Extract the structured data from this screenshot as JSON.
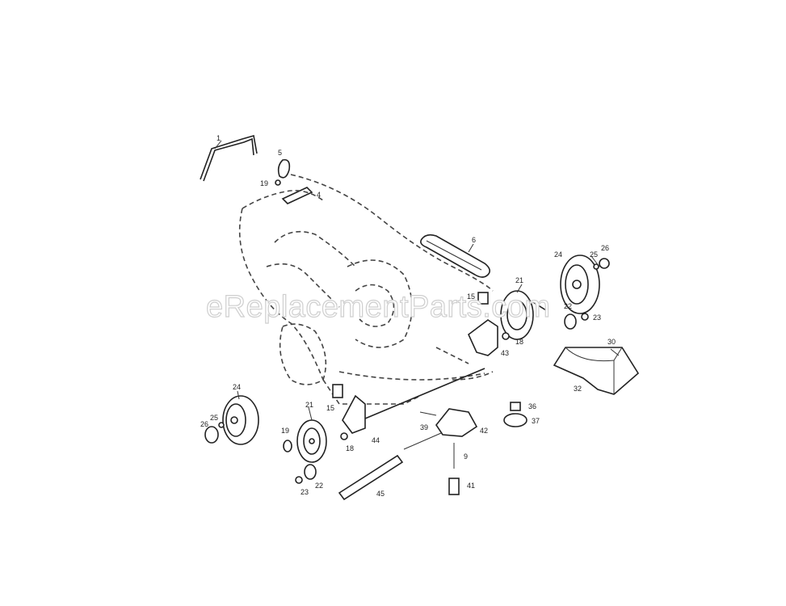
{
  "watermark": "eReplacementParts.com",
  "labels": {
    "l1": "1",
    "l5": "5",
    "l19a": "19",
    "l4": "4",
    "l6": "6",
    "l24r": "24",
    "l25r": "25",
    "l26r": "26",
    "l21r": "21",
    "l15r": "15",
    "l22r": "22",
    "l23r": "23",
    "l43": "43",
    "l18r": "18",
    "l30": "30",
    "l32": "32",
    "l24l": "24",
    "l26l": "26",
    "l25l": "25",
    "l19b": "19",
    "l21l": "21",
    "l15l": "15",
    "l44": "44",
    "l18l": "18",
    "l22l": "22",
    "l23l": "23",
    "l45": "45",
    "l39": "39",
    "l42": "42",
    "l36": "36",
    "l37": "37",
    "l9": "9",
    "l41": "41"
  }
}
